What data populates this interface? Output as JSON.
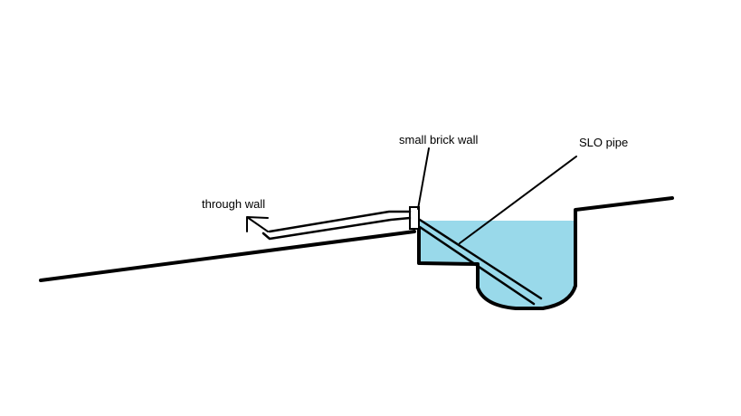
{
  "labels": {
    "small_brick_wall": "small brick wall",
    "slo_pipe": "SLO pipe",
    "through_wall": "through wall"
  },
  "colors": {
    "water": "#99d9ea",
    "ink": "#000000",
    "background": "#ffffff"
  }
}
